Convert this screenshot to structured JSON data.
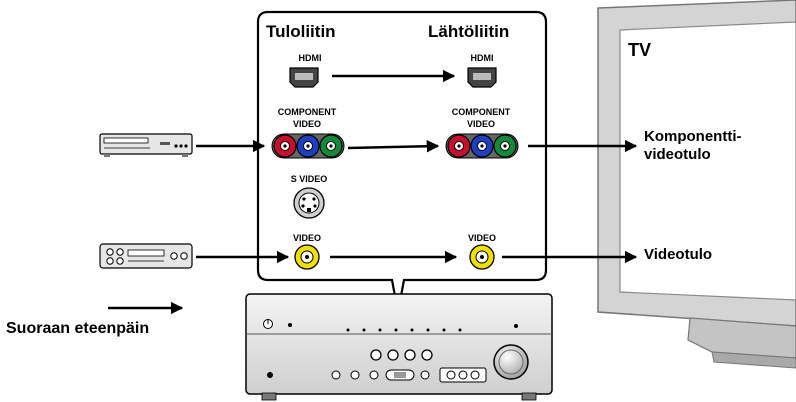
{
  "panel": {
    "input_header": "Tuloliitin",
    "output_header": "Lähtöliitin",
    "hdmi_in_label": "HDMI",
    "hdmi_out_label": "HDMI",
    "component_in_label_1": "COMPONENT",
    "component_in_label_2": "VIDEO",
    "component_out_label_1": "COMPONENT",
    "component_out_label_2": "VIDEO",
    "svideo_label": "S VIDEO",
    "video_in_label": "VIDEO",
    "video_out_label": "VIDEO"
  },
  "tv": {
    "title": "TV",
    "component_input_1": "Komponentti-",
    "component_input_2": "videotulo",
    "video_input": "Videotulo"
  },
  "legend": {
    "label": "Suoraan eteenpäin"
  },
  "colors": {
    "jack_red": "#c8102e",
    "jack_blue": "#1f3fbf",
    "jack_green": "#138a3a",
    "jack_yellow": "#f0e000",
    "tv_frame": "#d4d4d4"
  },
  "icons": [
    "dvd-player-icon",
    "vcr-icon",
    "av-receiver-icon",
    "tv-icon"
  ]
}
